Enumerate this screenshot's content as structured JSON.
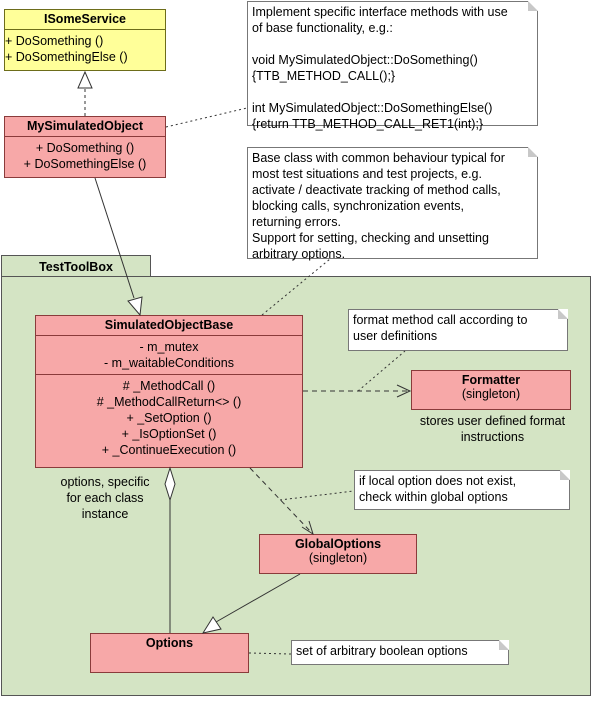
{
  "package": {
    "name": "TestToolBox"
  },
  "classes": {
    "isomeservice": {
      "name": "ISomeService",
      "operations": [
        "+ DoSomething ()",
        "+ DoSomethingElse ()"
      ]
    },
    "mysimulatedobject": {
      "name": "MySimulatedObject",
      "operations": [
        "+ DoSomething ()",
        "+ DoSomethingElse ()"
      ]
    },
    "simulatedobjectbase": {
      "name": "SimulatedObjectBase",
      "attributes": [
        "- m_mutex",
        "- m_waitableConditions"
      ],
      "operations": [
        "# _MethodCall ()",
        "# _MethodCallReturn<> ()",
        "+ _SetOption ()",
        "+ _IsOptionSet ()",
        "+ _ContinueExecution ()"
      ]
    },
    "formatter": {
      "name": "Formatter",
      "stereotype": "(singleton)"
    },
    "globaloptions": {
      "name": "GlobalOptions",
      "stereotype": "(singleton)"
    },
    "options": {
      "name": "Options"
    }
  },
  "notes": {
    "interface_impl": [
      "Implement specific interface methods with use",
      "of base functionality, e.g.:",
      "",
      "void MySimulatedObject::DoSomething()",
      "{TTB_METHOD_CALL();}",
      "",
      "int MySimulatedObject::DoSomethingElse()",
      "{return TTB_METHOD_CALL_RET1(int);}"
    ],
    "base_class": [
      "Base class with common behaviour typical for",
      "most test situations and test projects, e.g.",
      "activate / deactivate tracking of method calls,",
      "blocking calls, synchronization events,",
      "returning errors.",
      "Support for setting, checking and unsetting",
      "arbitrary options."
    ],
    "format": [
      "format method call according to",
      "user definitions"
    ],
    "global_lookup": [
      "if local option does not exist,",
      "check within global options"
    ],
    "options_set": [
      "set of arbitrary boolean options"
    ]
  },
  "labels": {
    "formatter_caption": [
      "stores user defined format",
      "instructions"
    ],
    "options_caption": [
      "options, specific",
      "for each class",
      "instance"
    ]
  },
  "colors": {
    "package_fill": "#d4e4c4",
    "interface_fill": "#ffff99",
    "class_fill": "#f7a8a8"
  }
}
